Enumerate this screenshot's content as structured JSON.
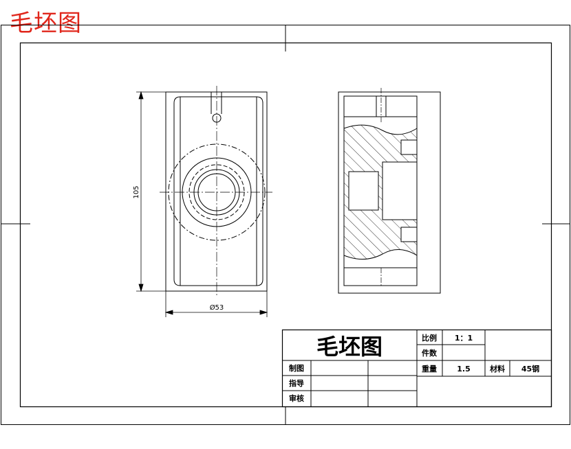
{
  "drawing_title": "毛坯图",
  "dimensions": {
    "height": "105",
    "diameter": "Ø53"
  },
  "title_block": {
    "name": "毛坯图",
    "scale_label": "比例",
    "scale_value": "1：1",
    "quantity_label": "件数",
    "quantity_value": "",
    "weight_label": "重量",
    "weight_value": "1.5",
    "material_label": "材料",
    "material_value": "45钢",
    "drawn_label": "制图",
    "guide_label": "指导",
    "review_label": "审核"
  }
}
